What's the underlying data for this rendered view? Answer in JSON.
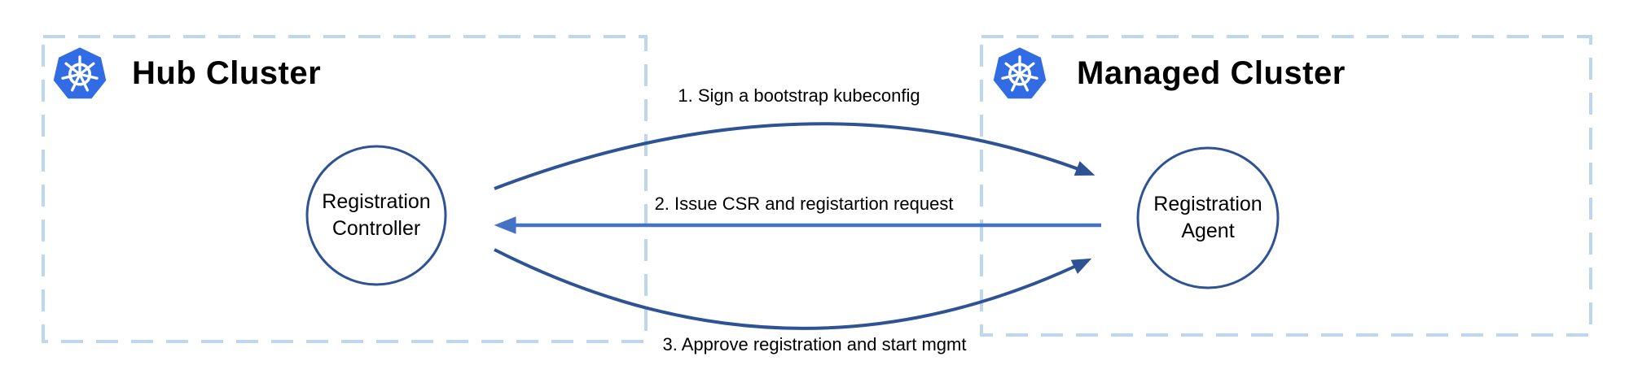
{
  "diagram": {
    "title_context": "Kubernetes cluster registration flow",
    "hub_cluster": {
      "title": "Hub Cluster",
      "icon": "kubernetes-icon",
      "node": {
        "line1": "Registration",
        "line2": "Controller"
      }
    },
    "managed_cluster": {
      "title": "Managed Cluster",
      "icon": "kubernetes-icon",
      "node": {
        "line1": "Registration",
        "line2": "Agent"
      }
    },
    "arrows": [
      {
        "step": 1,
        "label": "1. Sign a bootstrap kubeconfig",
        "from": "Registration Controller",
        "to": "Registration Agent",
        "shape": "arc-up"
      },
      {
        "step": 2,
        "label": "2. Issue CSR and registartion request",
        "from": "Registration Agent",
        "to": "Registration Controller",
        "shape": "straight"
      },
      {
        "step": 3,
        "label": "3. Approve registration and start mgmt",
        "from": "Registration Controller",
        "to": "Registration Agent",
        "shape": "arc-down"
      }
    ],
    "colors": {
      "box_border": "#BDD7EE",
      "node_stroke": "#2E5395",
      "arrow_dark": "#2E5395",
      "arrow_light": "#4472C4",
      "kubernetes_blue": "#326CE5",
      "text": "#000000",
      "background": "#FFFFFF"
    }
  }
}
